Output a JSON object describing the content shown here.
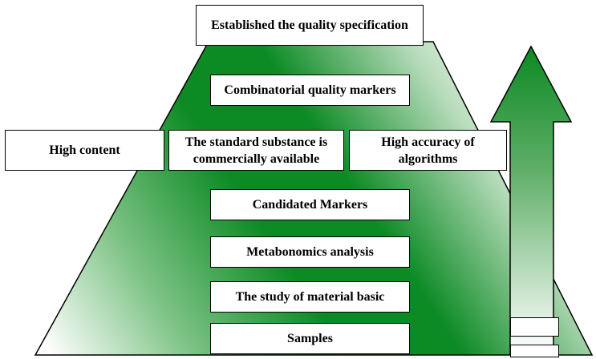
{
  "diagram": {
    "top": "Established the quality specification",
    "combinatorial": "Combinatorial quality markers",
    "criteria": {
      "left": "High content",
      "middle": "The standard substance is commercially available",
      "right": "High accuracy of algorithms"
    },
    "candidated": "Candidated Markers",
    "metabonomics": "Metabonomics analysis",
    "material_basic": "The study of material basic",
    "samples": "Samples"
  },
  "colors": {
    "green_dark": "#0c8a24",
    "green_light": "#ffffff",
    "box_fill": "#ffffff",
    "outline": "#000000"
  }
}
